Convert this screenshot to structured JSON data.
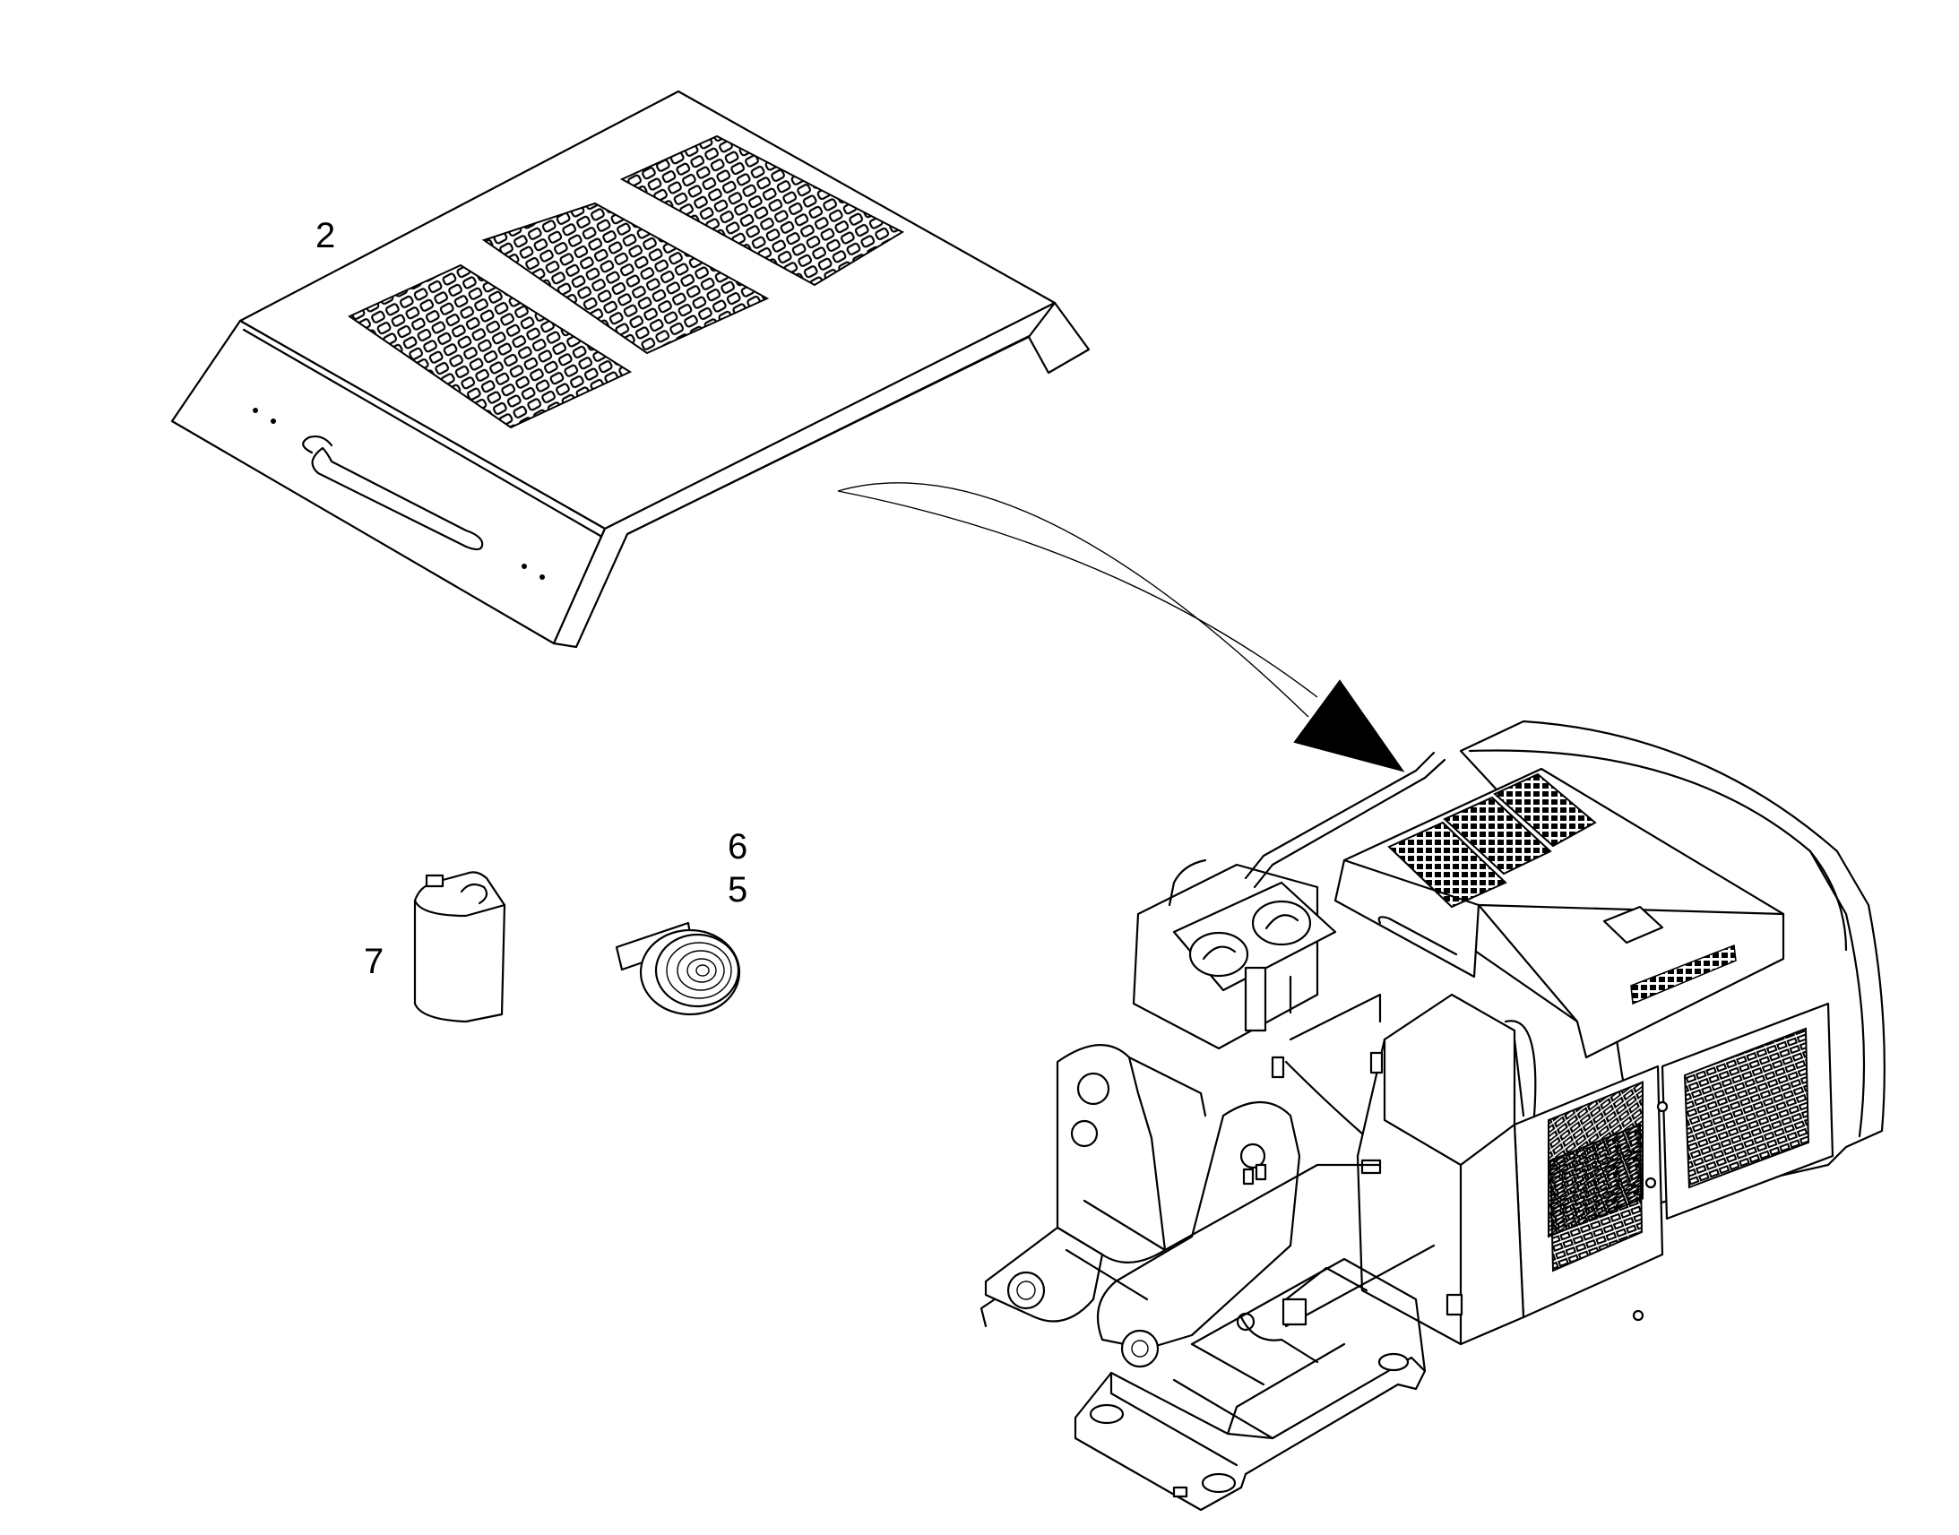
{
  "callouts": {
    "item_2": "2",
    "item_5": "5",
    "item_6": "6",
    "item_7": "7"
  }
}
